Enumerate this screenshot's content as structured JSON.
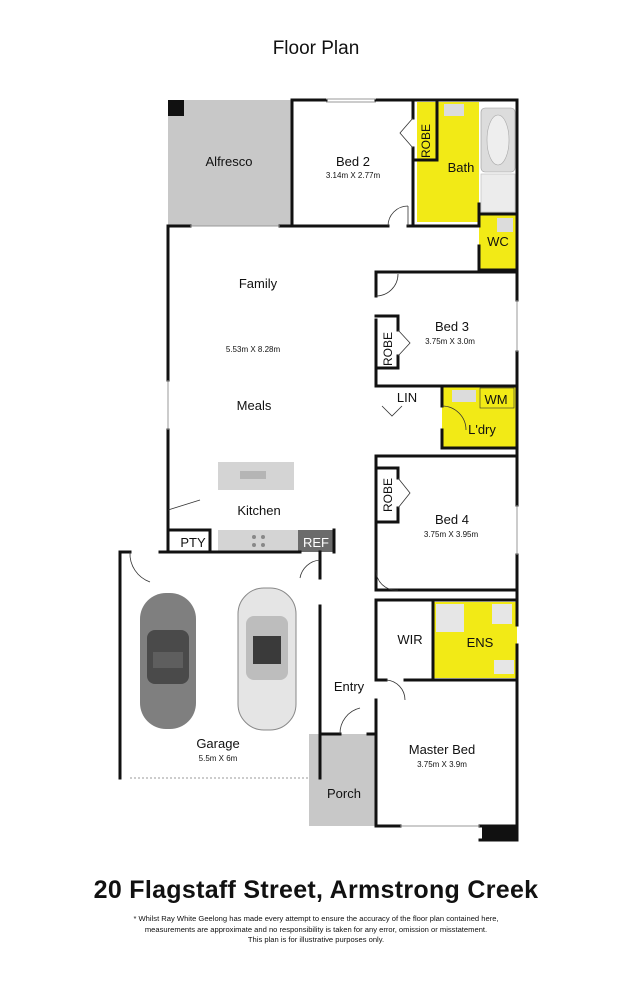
{
  "title": "Floor Plan",
  "address": "20 Flagstaff Street, Armstrong Creek",
  "disclaimer": [
    "* Whilst Ray White Geelong has made every attempt to ensure the accuracy of the floor plan contained here,",
    "measurements are approximate and no responsibility is taken for any error, omission or misstatement.",
    "This plan is for illustrative purposes only."
  ],
  "rooms": {
    "alfresco": "Alfresco",
    "bed2": "Bed 2",
    "bed2_size": "3.14m X 2.77m",
    "robe1": "ROBE",
    "bath": "Bath",
    "wc": "WC",
    "family": "Family",
    "family_size": "5.53m X 8.28m",
    "meals": "Meals",
    "kitchen": "Kitchen",
    "pty": "PTY",
    "ref": "REF",
    "bed3": "Bed 3",
    "bed3_size": "3.75m X 3.0m",
    "robe2": "ROBE",
    "lin": "LIN",
    "wm": "WM",
    "laundry": "L'dry",
    "bed4": "Bed 4",
    "bed4_size": "3.75m X 3.95m",
    "robe3": "ROBE",
    "wir": "WIR",
    "ens": "ENS",
    "garage": "Garage",
    "garage_size": "5.5m X 6m",
    "entry": "Entry",
    "master": "Master Bed",
    "master_size": "3.75m X 3.9m",
    "porch": "Porch"
  },
  "colors": {
    "wall": "#111111",
    "wet_area": "#f2ea16",
    "outdoor": "#c8c8c8",
    "bench": "#d4d4d4",
    "fixture": "#dcdcdc"
  }
}
